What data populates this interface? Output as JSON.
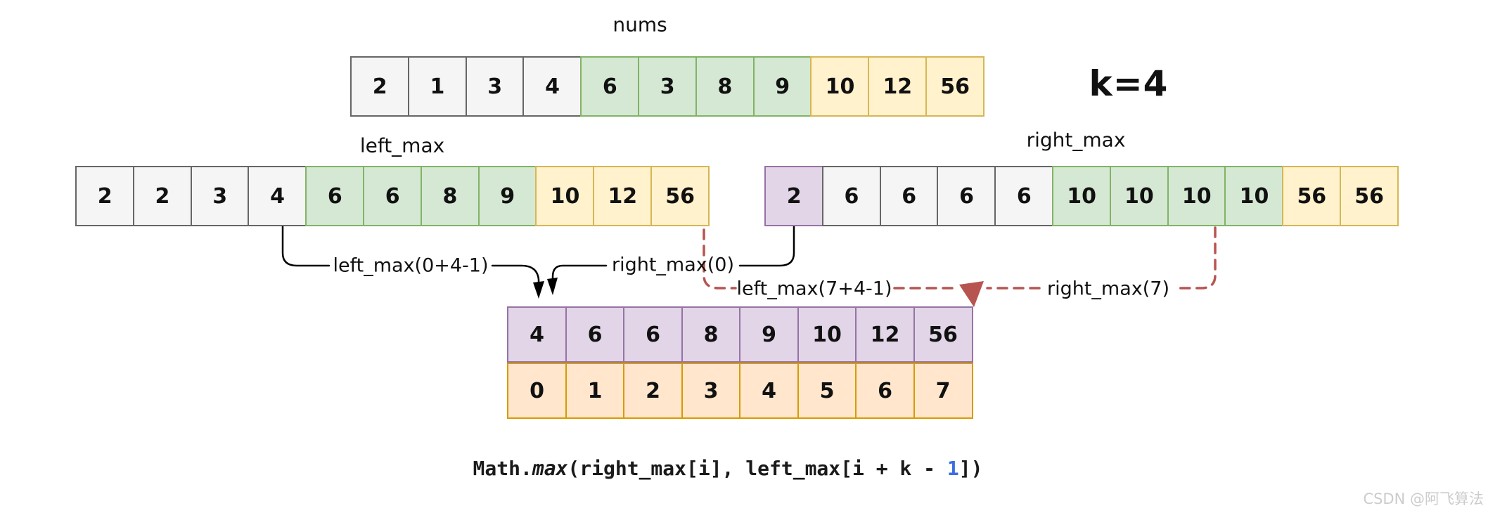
{
  "k_label": "k=4",
  "arrays": {
    "nums": {
      "label": "nums",
      "cells": [
        {
          "v": "2",
          "c": "gray"
        },
        {
          "v": "1",
          "c": "gray"
        },
        {
          "v": "3",
          "c": "gray"
        },
        {
          "v": "4",
          "c": "gray"
        },
        {
          "v": "6",
          "c": "green"
        },
        {
          "v": "3",
          "c": "green"
        },
        {
          "v": "8",
          "c": "green"
        },
        {
          "v": "9",
          "c": "green"
        },
        {
          "v": "10",
          "c": "yellow"
        },
        {
          "v": "12",
          "c": "yellow"
        },
        {
          "v": "56",
          "c": "yellow"
        }
      ]
    },
    "left_max": {
      "label": "left_max",
      "cells": [
        {
          "v": "2",
          "c": "gray"
        },
        {
          "v": "2",
          "c": "gray"
        },
        {
          "v": "3",
          "c": "gray"
        },
        {
          "v": "4",
          "c": "gray"
        },
        {
          "v": "6",
          "c": "green"
        },
        {
          "v": "6",
          "c": "green"
        },
        {
          "v": "8",
          "c": "green"
        },
        {
          "v": "9",
          "c": "green"
        },
        {
          "v": "10",
          "c": "yellow"
        },
        {
          "v": "12",
          "c": "yellow"
        },
        {
          "v": "56",
          "c": "yellow"
        }
      ]
    },
    "right_max": {
      "label": "right_max",
      "cells": [
        {
          "v": "2",
          "c": "purple"
        },
        {
          "v": "6",
          "c": "gray"
        },
        {
          "v": "6",
          "c": "gray"
        },
        {
          "v": "6",
          "c": "gray"
        },
        {
          "v": "6",
          "c": "gray"
        },
        {
          "v": "10",
          "c": "green"
        },
        {
          "v": "10",
          "c": "green"
        },
        {
          "v": "10",
          "c": "green"
        },
        {
          "v": "10",
          "c": "green"
        },
        {
          "v": "56",
          "c": "yellow"
        },
        {
          "v": "56",
          "c": "yellow"
        }
      ]
    },
    "result": {
      "cells": [
        {
          "v": "4",
          "c": "purple"
        },
        {
          "v": "6",
          "c": "purple"
        },
        {
          "v": "6",
          "c": "purple"
        },
        {
          "v": "8",
          "c": "purple"
        },
        {
          "v": "9",
          "c": "purple"
        },
        {
          "v": "10",
          "c": "purple"
        },
        {
          "v": "12",
          "c": "purple"
        },
        {
          "v": "56",
          "c": "purple"
        }
      ]
    },
    "indices": {
      "cells": [
        {
          "v": "0",
          "c": "orange"
        },
        {
          "v": "1",
          "c": "orange"
        },
        {
          "v": "2",
          "c": "orange"
        },
        {
          "v": "3",
          "c": "orange"
        },
        {
          "v": "4",
          "c": "orange"
        },
        {
          "v": "5",
          "c": "orange"
        },
        {
          "v": "6",
          "c": "orange"
        },
        {
          "v": "7",
          "c": "orange"
        }
      ]
    }
  },
  "connectors": {
    "left_max_window_start": "left_max(0+4-1)",
    "right_max_start": "right_max(0)",
    "left_max_window_end": "left_max(7+4-1)",
    "right_max_end": "right_max(7)"
  },
  "formula": {
    "object": "Math.",
    "method": "max",
    "args_open": "(right_max[i], left_max[i + k - ",
    "literal": "1",
    "args_close": "])"
  },
  "watermark": "CSDN @阿飞算法",
  "colors": {
    "gray": {
      "fill": "#f5f5f5",
      "border": "#666666"
    },
    "green": {
      "fill": "#d5e8d4",
      "border": "#82b366"
    },
    "yellow": {
      "fill": "#fff2cc",
      "border": "#d6b656"
    },
    "purple": {
      "fill": "#e1d5e7",
      "border": "#9673a6"
    },
    "orange": {
      "fill": "#ffe6cc",
      "border": "#d79b00"
    },
    "line_black": "#000000",
    "dash_red": "#b85450",
    "literal_blue": "#3b6fe0",
    "watermark_gray": "#cccccc"
  }
}
